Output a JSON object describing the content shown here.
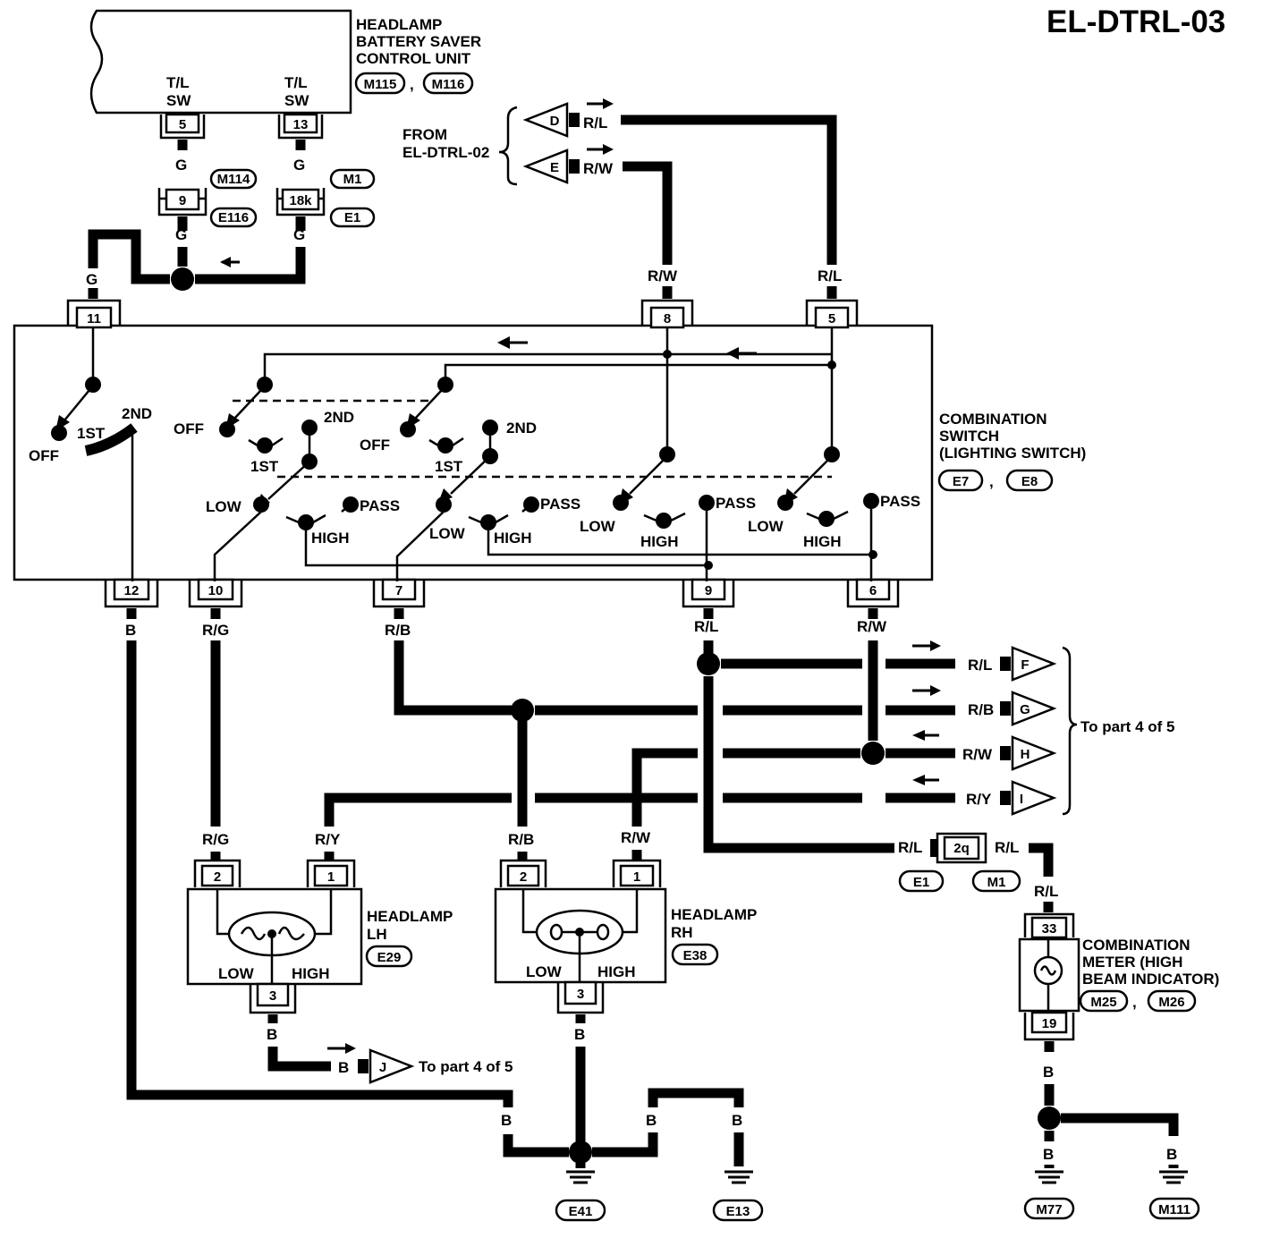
{
  "page_id": "EL-DTRL-03",
  "control_unit": {
    "name_lines": [
      "HEADLAMP",
      "BATTERY SAVER",
      "CONTROL UNIT"
    ],
    "connectors": [
      "M115",
      "M116"
    ],
    "connector_sep": ",",
    "terminal_label_1": "T/L",
    "terminal_label_2": "SW",
    "pins": [
      "5",
      "13"
    ]
  },
  "from_ref": {
    "lines": [
      "FROM",
      "EL-DTRL-02"
    ],
    "inputs": [
      {
        "letter": "D",
        "wire": "R/L"
      },
      {
        "letter": "E",
        "wire": "R/W"
      }
    ]
  },
  "junction_connectors": {
    "left": {
      "pin": "9",
      "upper": "M114",
      "lower": "E116"
    },
    "right": {
      "pin": "18k",
      "upper": "M1",
      "lower": "E1"
    }
  },
  "combination_switch": {
    "name_lines": [
      "COMBINATION",
      "SWITCH",
      "(LIGHTING SWITCH)"
    ],
    "connectors": [
      "E7",
      "E8"
    ],
    "connector_sep": ",",
    "top_pins": [
      "11",
      "8",
      "5"
    ],
    "bottom_pins": [
      "12",
      "10",
      "7",
      "9",
      "6"
    ],
    "switch_labels": {
      "off": "OFF",
      "first": "1ST",
      "second": "2ND",
      "low": "LOW",
      "high": "HIGH",
      "pass": "PASS"
    }
  },
  "wire_colors": {
    "g": "G",
    "rw": "R/W",
    "rl": "R/L",
    "b": "B",
    "rg": "R/G",
    "rb": "R/B",
    "ry": "R/Y"
  },
  "to_part": {
    "label": "To part 4 of 5",
    "outputs": [
      {
        "letter": "F",
        "wire": "R/L"
      },
      {
        "letter": "G",
        "wire": "R/B"
      },
      {
        "letter": "H",
        "wire": "R/W"
      },
      {
        "letter": "I",
        "wire": "R/Y"
      }
    ],
    "bottom_output": {
      "letter": "J",
      "wire": "B",
      "label": "To part 4 of 5"
    }
  },
  "headlamp_lh": {
    "name_lines": [
      "HEADLAMP",
      "LH"
    ],
    "connector": "E29",
    "pins": [
      "2",
      "1",
      "3"
    ],
    "low": "LOW",
    "high": "HIGH"
  },
  "headlamp_rh": {
    "name_lines": [
      "HEADLAMP",
      "RH"
    ],
    "connector": "E38",
    "pins": [
      "2",
      "1",
      "3"
    ],
    "low": "LOW",
    "high": "HIGH"
  },
  "inline_connector": {
    "pin": "2q",
    "left": "E1",
    "right": "M1"
  },
  "combination_meter": {
    "name_lines": [
      "COMBINATION",
      "METER (HIGH",
      "BEAM INDICATOR)"
    ],
    "connectors": [
      "M25",
      "M26"
    ],
    "connector_sep": ",",
    "pins": [
      "33",
      "19"
    ]
  },
  "grounds": [
    "E41",
    "E13",
    "M77",
    "M111"
  ]
}
